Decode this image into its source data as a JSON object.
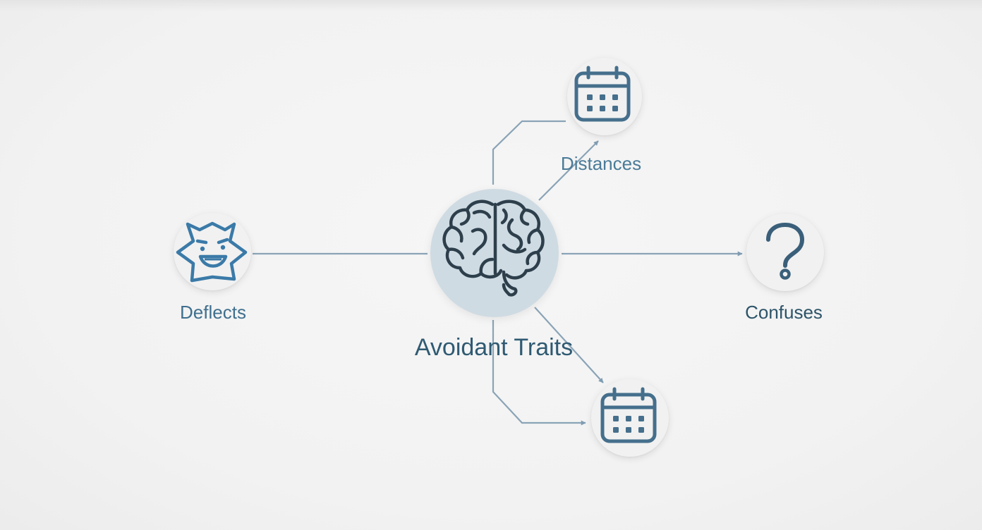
{
  "diagram": {
    "center": {
      "label": "Avoidant Traits",
      "icon": "brain-icon"
    },
    "nodes": [
      {
        "id": "deflects",
        "label": "Deflects",
        "icon": "masked-face-icon"
      },
      {
        "id": "distances",
        "label": "Distances",
        "icon": "calendar-icon"
      },
      {
        "id": "confuses",
        "label": "Confuses",
        "icon": "question-mark-icon"
      },
      {
        "id": "calendar-bottom",
        "label": "",
        "icon": "calendar-icon"
      }
    ]
  },
  "colors": {
    "background": "#f3f3f3",
    "connector": "#7f9cb2",
    "icon_stroke": "#3e6682",
    "center_fill": "#cfdbe3",
    "title": "#2f5a72"
  }
}
